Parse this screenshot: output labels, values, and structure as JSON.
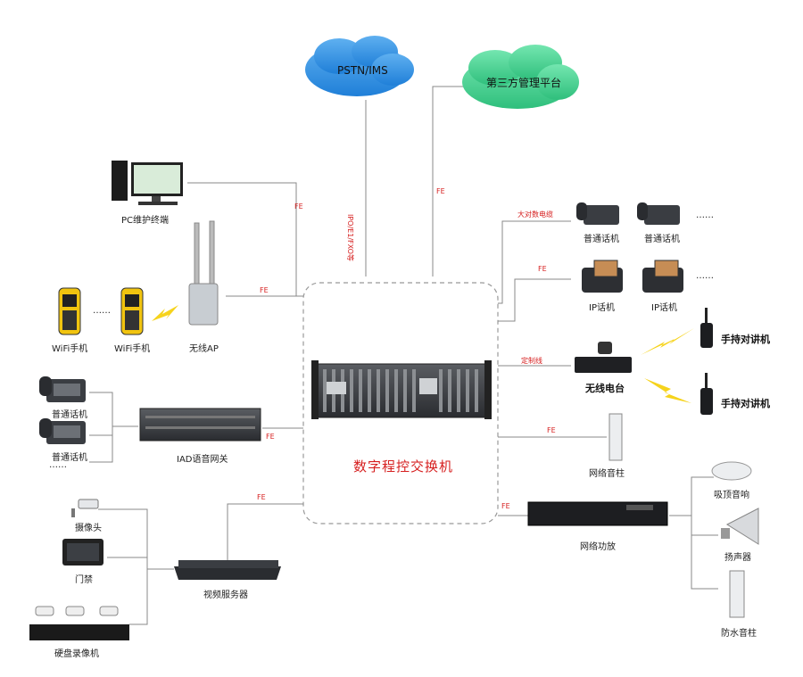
{
  "clouds": {
    "pstn": "PSTN/IMS",
    "third_party": "第三方管理平台"
  },
  "core": {
    "label": "数字程控交换机"
  },
  "link_labels": {
    "fe": "FE",
    "trunk": "IPO/E1/FXO等",
    "analog_trunk": "大对数电缆",
    "dedicated_line": "定制线"
  },
  "devices": {
    "pc": "PC维护终端",
    "wifi_phone": "WiFi手机",
    "wireless_ap": "无线AP",
    "ordinary_phone": "普通话机",
    "iad": "IAD语音网关",
    "camera": "摄像头",
    "door_access": "门禁",
    "nvr": "硬盘录像机",
    "video_server": "视频服务器",
    "ip_phone": "IP话机",
    "radio_station": "无线电台",
    "handheld_radio": "手持对讲机",
    "network_column": "网络音柱",
    "amplifier": "网络功放",
    "ceiling_speaker": "吸顶音响",
    "horn": "扬声器",
    "waterproof_column": "防水音柱"
  },
  "ellipsis": "……"
}
